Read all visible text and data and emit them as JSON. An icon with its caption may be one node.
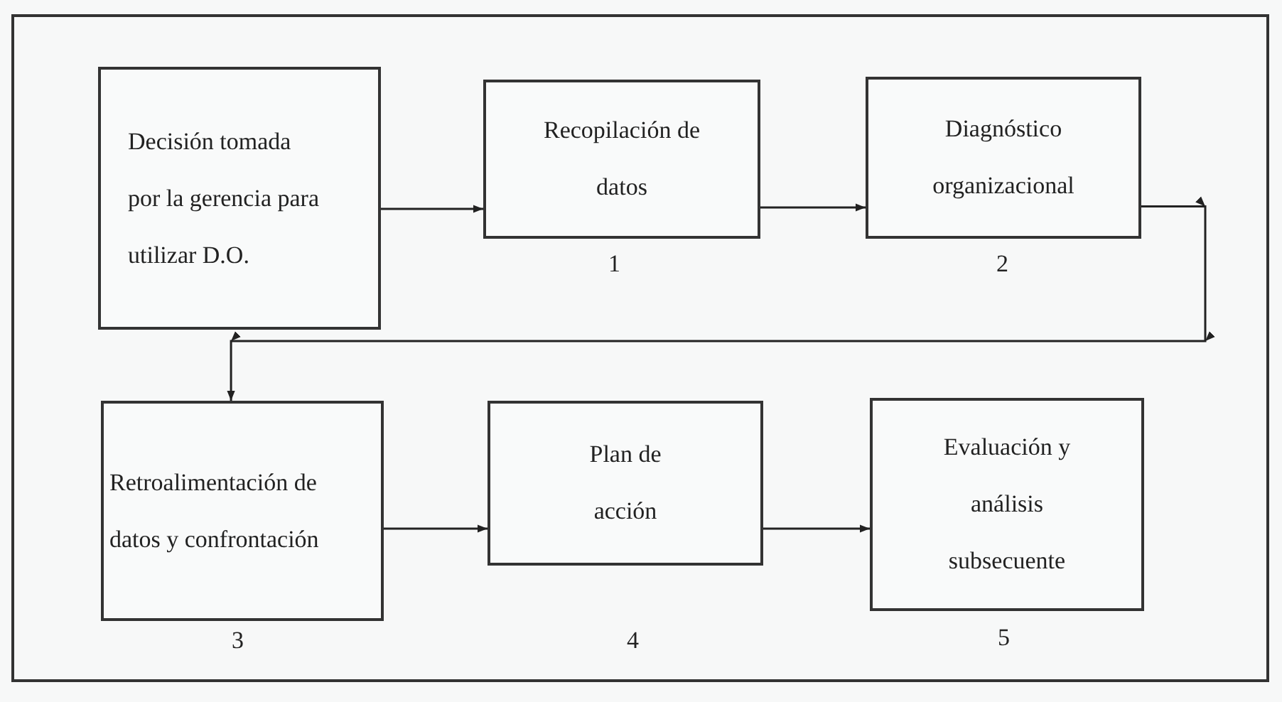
{
  "diagram": {
    "nodes": [
      {
        "text": [
          "Decisión tomada por la gerencia para utilizar D.O."
        ]
      },
      {
        "text": [
          "Recopilación de datos"
        ],
        "beside": [
          "1"
        ]
      },
      {
        "text": [
          "Diagnóstico organizacional"
        ],
        "beside": [
          "2"
        ]
      },
      {
        "text": [
          "Retroalimentación de datos y confrontación"
        ],
        "beside": [
          "3"
        ]
      },
      {
        "text": [
          "Plan de acción"
        ],
        "beside": [
          "4"
        ]
      },
      {
        "text": [
          "Evaluación y análisis subsecuente"
        ],
        "beside": [
          "5"
        ]
      }
    ],
    "edges": [
      {
        "from": 0,
        "to": 1,
        "arrow": "to"
      },
      {
        "from": 1,
        "to": 2,
        "arrow": "to"
      },
      {
        "from": 2,
        "to": 3,
        "arrow": "to"
      },
      {
        "from": 3,
        "to": 4,
        "arrow": "to"
      },
      {
        "from": 4,
        "to": 5,
        "arrow": "to"
      }
    ]
  }
}
